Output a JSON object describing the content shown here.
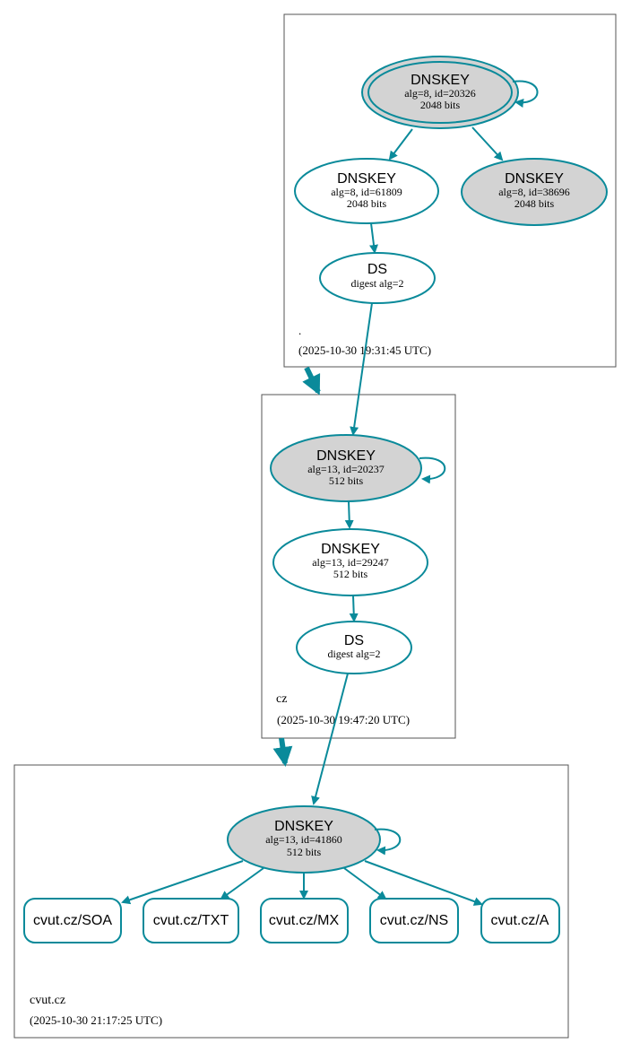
{
  "zones": {
    "root": {
      "name": ".",
      "timestamp": "(2025-10-30 19:31:45 UTC)"
    },
    "cz": {
      "name": "cz",
      "timestamp": "(2025-10-30 19:47:20 UTC)"
    },
    "cvut": {
      "name": "cvut.cz",
      "timestamp": "(2025-10-30 21:17:25 UTC)"
    }
  },
  "nodes": {
    "root_ksk": {
      "title": "DNSKEY",
      "line1": "alg=8, id=20326",
      "line2": "2048 bits",
      "shaded": true
    },
    "root_zsk": {
      "title": "DNSKEY",
      "line1": "alg=8, id=61809",
      "line2": "2048 bits",
      "shaded": false
    },
    "root_ksk2": {
      "title": "DNSKEY",
      "line1": "alg=8, id=38696",
      "line2": "2048 bits",
      "shaded": true
    },
    "root_ds": {
      "title": "DS",
      "line1": "digest alg=2"
    },
    "cz_ksk": {
      "title": "DNSKEY",
      "line1": "alg=13, id=20237",
      "line2": "512 bits",
      "shaded": true
    },
    "cz_zsk": {
      "title": "DNSKEY",
      "line1": "alg=13, id=29247",
      "line2": "512 bits",
      "shaded": false
    },
    "cz_ds": {
      "title": "DS",
      "line1": "digest alg=2"
    },
    "cvut_key": {
      "title": "DNSKEY",
      "line1": "alg=13, id=41860",
      "line2": "512 bits",
      "shaded": true
    }
  },
  "rrsets": [
    "cvut.cz/SOA",
    "cvut.cz/TXT",
    "cvut.cz/MX",
    "cvut.cz/NS",
    "cvut.cz/A"
  ],
  "colors": {
    "edge": "#0a8a9a",
    "ksk_fill": "#d3d3d3",
    "border": "#555555"
  }
}
